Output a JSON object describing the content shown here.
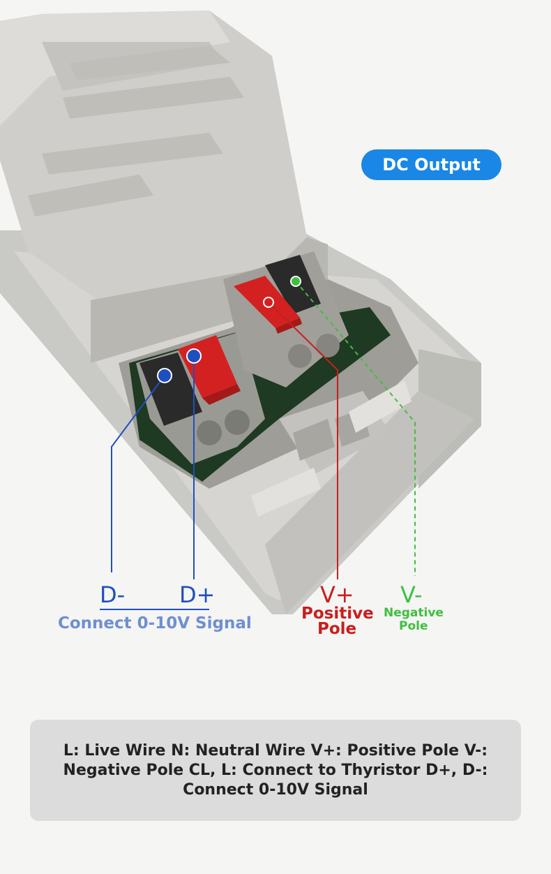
{
  "badge": {
    "label": "DC Output"
  },
  "terminals": {
    "d_minus": "D-",
    "d_plus": "D+",
    "signal": "Connect 0-10V Signal",
    "v_plus": "V+",
    "v_plus_caption_1": "Positive",
    "v_plus_caption_2": "Pole",
    "v_minus": "V-",
    "v_minus_caption_1": "Negative",
    "v_minus_caption_2": "Pole"
  },
  "caption": {
    "text": "L: Live Wire N: Neutral Wire V+: Positive Pole V-: Negative Pole CL, L: Connect to Thyristor D+, D-: Connect 0-10V Signal"
  },
  "colors": {
    "badge": "#1a87e6",
    "d_labels": "#1f4fbf",
    "signal_label": "#6f8fd0",
    "v_plus": "#c81e1e",
    "v_minus": "#3fbf3f",
    "caption_bg": "#dcdcdc"
  }
}
